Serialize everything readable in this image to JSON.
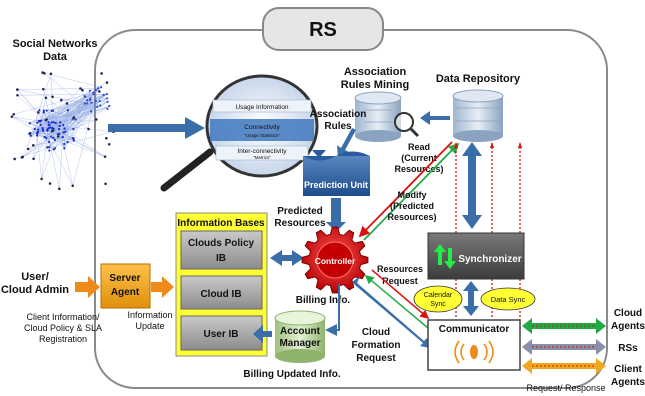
{
  "title": "RS",
  "social": {
    "line1": "Social Networks",
    "line2": "Data"
  },
  "lens": {
    "usage": "Usage Information",
    "connectivity": "Connectivity",
    "connectivity_sub": "\"Usage Statistics\"",
    "inter": "Inter-connectivity",
    "inter_sub": "\"Metrics\""
  },
  "assoc_mining": {
    "line1": "Association",
    "line2": "Rules Mining"
  },
  "data_repo": "Data Repository",
  "assoc_rules": {
    "line1": "Association",
    "line2": "Rules"
  },
  "read": {
    "line1": "Read",
    "line2": "(Current",
    "line3": "Resources)"
  },
  "prediction_unit": "Prediction Unit",
  "predicted_resources": {
    "line1": "Predicted",
    "line2": "Resources"
  },
  "modify": {
    "line1": "Modify",
    "line2": "(Predicted",
    "line3": "Resources)"
  },
  "info_bases": {
    "title": "Information Bases",
    "clouds_policy_1": "Clouds Policy",
    "clouds_policy_2": "IB",
    "cloud_ib": "Cloud IB",
    "user_ib": "User IB"
  },
  "controller": "Controller",
  "synchronizer": "Synchronizer",
  "resources_request": {
    "line1": "Resources",
    "line2": "Request"
  },
  "calendar_sync": {
    "line1": "Calendar",
    "line2": "Sync"
  },
  "data_sync": "Data Sync",
  "user": {
    "line1": "User/",
    "line2": "Cloud Admin"
  },
  "server_agent": {
    "line1": "Server",
    "line2": "Agent"
  },
  "client_info": {
    "line1": "Client Information/",
    "line2": "Cloud Policy & SLA",
    "line3": "Registration"
  },
  "info_update": {
    "line1": "Information",
    "line2": "Update"
  },
  "billing_info": "Billing Info.",
  "account_manager": {
    "line1": "Account",
    "line2": "Manager"
  },
  "billing_updated": "Billing Updated Info.",
  "cloud_formation": {
    "line1": "Cloud",
    "line2": "Formation",
    "line3": "Request"
  },
  "communicator": "Communicator",
  "cloud_agents": {
    "line1": "Cloud",
    "line2": "Agents"
  },
  "rss": "RSs",
  "client_agents": {
    "line1": "Client",
    "line2": "Agents"
  },
  "request_response": "Request/ Response",
  "colors": {
    "arrow_blue": "#3a6ea8",
    "gold": "#f0a820",
    "yellow": "#ffff33",
    "red": "#dd1111",
    "green": "#22aa44",
    "orange": "#f08a18"
  }
}
